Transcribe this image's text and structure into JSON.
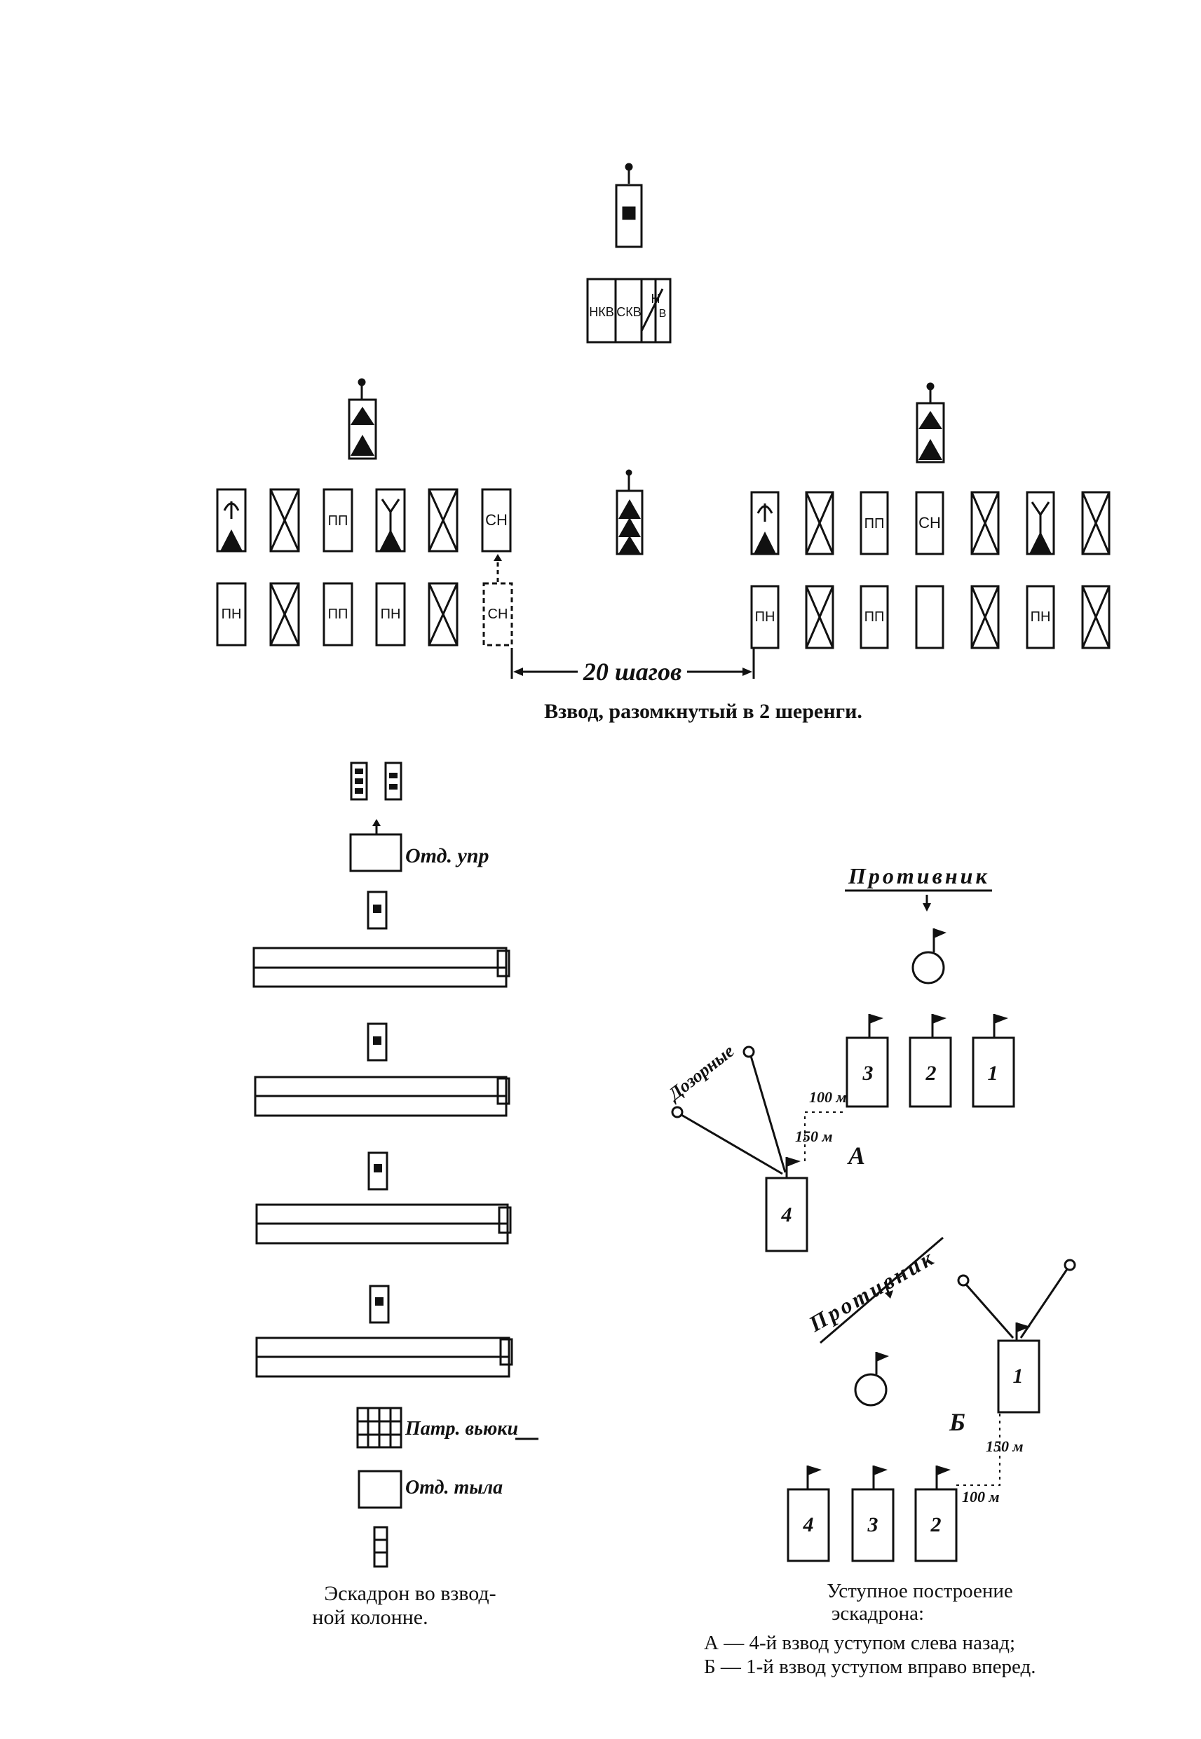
{
  "top_diagram": {
    "hq_group_labels": [
      "НКВ",
      "СКВ",
      "Н",
      "В"
    ],
    "first_rank_left": [
      "",
      "",
      "ПП",
      "",
      "",
      "СН"
    ],
    "second_rank_left": [
      "ПН",
      "",
      "ПП",
      "ПН",
      "",
      "СН"
    ],
    "first_rank_right": [
      "",
      "",
      "ПП",
      "СН",
      "",
      "",
      ""
    ],
    "second_rank_right": [
      "ПН",
      "",
      "ПП",
      "",
      "",
      "ПН",
      ""
    ],
    "distance_label": "20 шагов",
    "caption": "Взвод, разомкнутый в 2 шеренги."
  },
  "column_diagram": {
    "label_control": "Отд. упр",
    "label_packs": "Патр. вьюки",
    "label_rear": "Отд. тыла",
    "caption_line1": "Эскадрон во взвод-",
    "caption_line2": "ной колонне."
  },
  "echelon_a": {
    "enemy_label": "Противник",
    "scouts_label": "Дозорные",
    "platoons": [
      "3",
      "2",
      "1",
      "4"
    ],
    "dist_100": "100 м",
    "dist_150": "150 м",
    "letter": "А"
  },
  "echelon_b": {
    "enemy_label": "Противник",
    "platoons": [
      "1",
      "4",
      "3",
      "2"
    ],
    "dist_150": "150 м",
    "dist_100": "100 м",
    "letter": "Б"
  },
  "bottom_caption": {
    "line1": "Уступное построение",
    "line2": "эскадрона:",
    "line3": "А — 4-й взвод уступом слева назад;",
    "line4": "Б — 1-й взвод уступом вправо вперед."
  }
}
